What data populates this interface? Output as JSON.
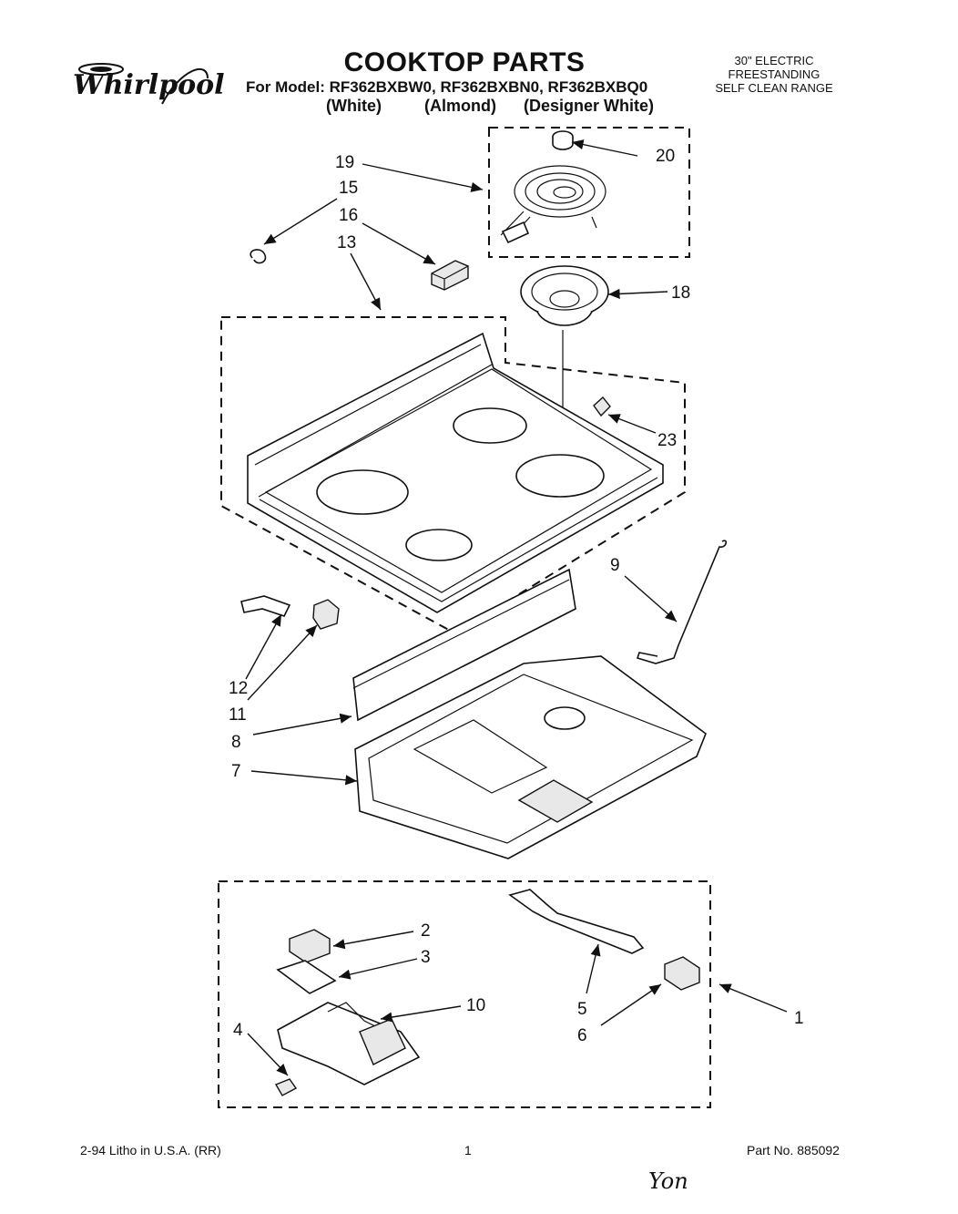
{
  "header": {
    "brand": "Whirlpool",
    "title": "COOKTOP PARTS",
    "model_line": "For Model: RF362BXBW0, RF362BXBN0, RF362BXBQ0",
    "color_white": "(White)",
    "color_almond": "(Almond)",
    "color_designer": "(Designer White)",
    "spec_line1": "30\" ELECTRIC",
    "spec_line2": "FREESTANDING",
    "spec_line3": "SELF CLEAN RANGE"
  },
  "callouts": {
    "c20": "20",
    "c19": "19",
    "c15": "15",
    "c16": "16",
    "c13": "13",
    "c18": "18",
    "c23": "23",
    "c9": "9",
    "c12": "12",
    "c11": "11",
    "c8": "8",
    "c7": "7",
    "c2": "2",
    "c3": "3",
    "c10": "10",
    "c4": "4",
    "c5": "5",
    "c6": "6",
    "c1": "1"
  },
  "footer": {
    "left": "2-94 Litho in U.S.A. (RR)",
    "page": "1",
    "part_no": "Part No. 885092",
    "handwritten": "Yon"
  }
}
